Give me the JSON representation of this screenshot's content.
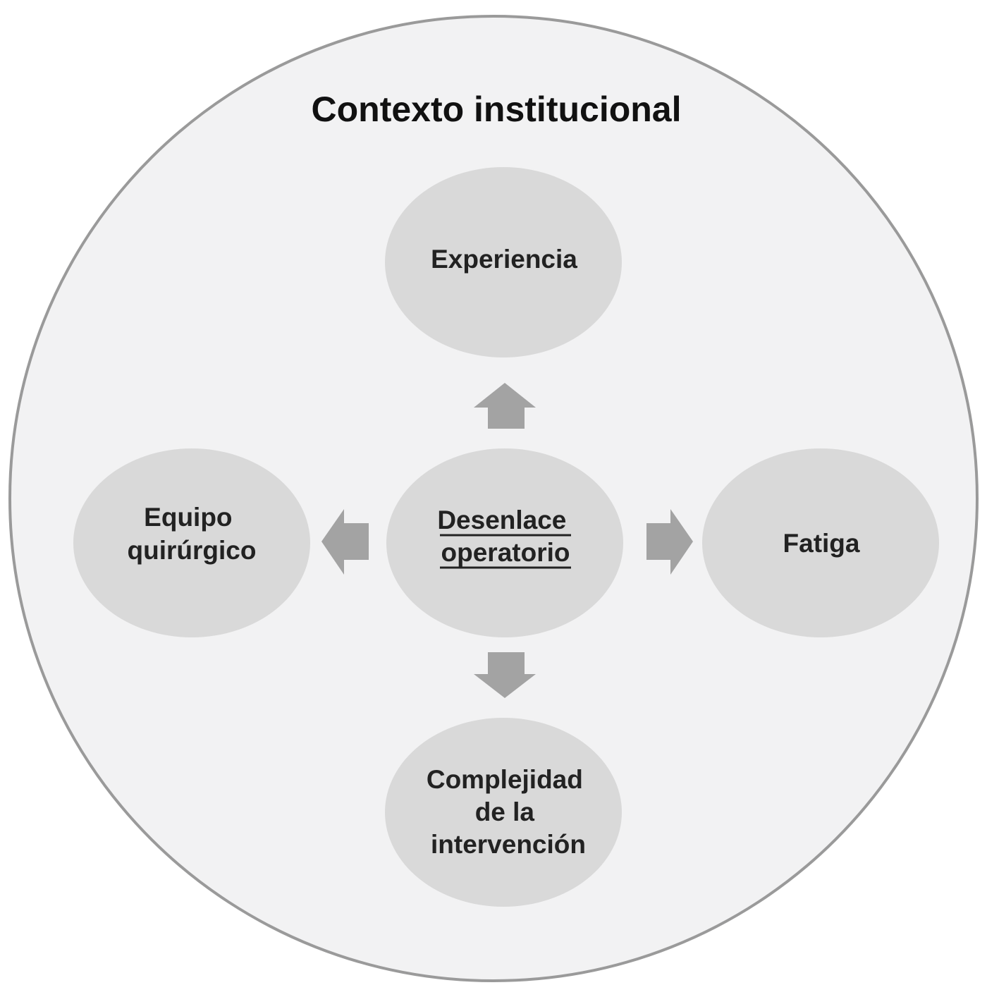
{
  "title": "Contexto institucional",
  "center": {
    "lines": [
      "Desenlace",
      "operatorio"
    ],
    "underlined": true
  },
  "nodes": {
    "top": {
      "lines": [
        "Experiencia"
      ]
    },
    "left": {
      "lines": [
        "Equipo",
        "quirúrgico"
      ]
    },
    "right": {
      "lines": [
        "Fatiga"
      ]
    },
    "bottom": {
      "lines": [
        "Complejidad",
        "de la",
        "intervención"
      ]
    }
  },
  "colors": {
    "outer_fill": "#f2f2f3",
    "outer_stroke": "#9a9a9a",
    "node_fill": "#d9d9d9",
    "arrow_fill": "#a3a3a3",
    "text": "#222222"
  }
}
